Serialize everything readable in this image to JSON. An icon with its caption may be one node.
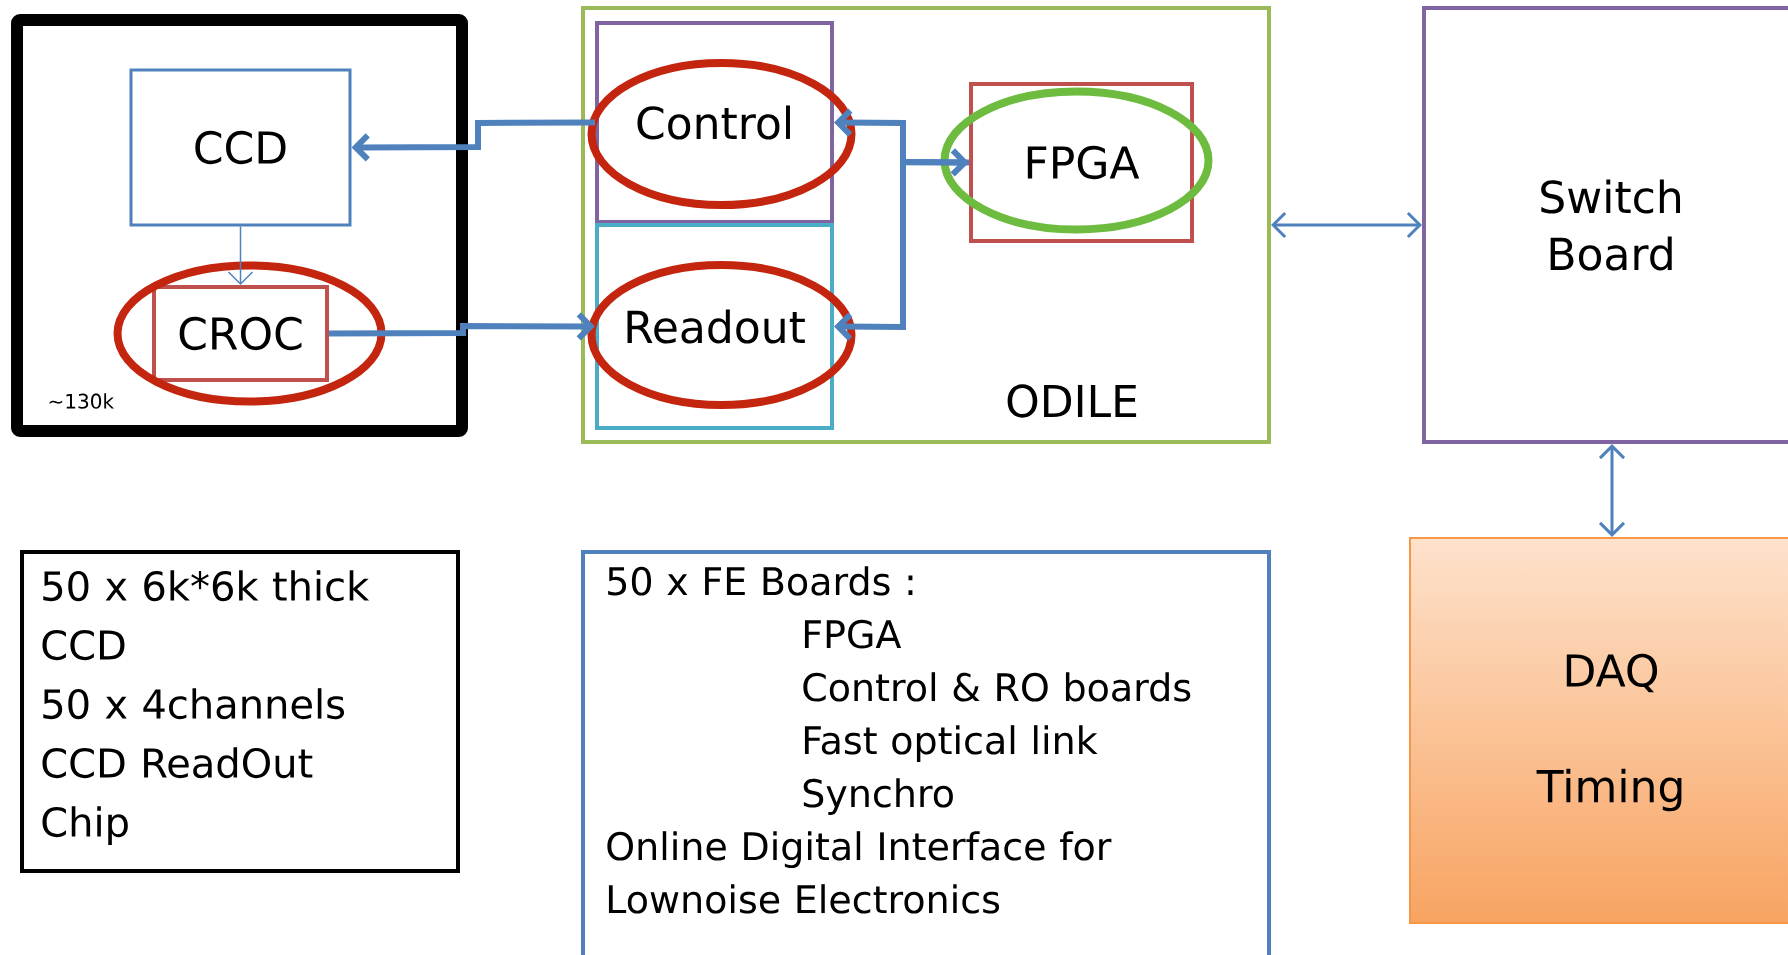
{
  "diagram": {
    "nodes": [
      {
        "text": [
          "~130k"
        ]
      },
      {
        "text": [
          "CCD"
        ],
        "in": 0
      },
      {
        "text": [
          "CROC"
        ],
        "in": 0
      },
      {
        "text": [
          "ODILE"
        ]
      },
      {
        "text": [
          "Control"
        ],
        "in": 3
      },
      {
        "text": [
          "Readout"
        ],
        "in": 3
      },
      {
        "text": [
          "FPGA"
        ],
        "in": 3
      },
      {
        "text": [
          "Switch Board"
        ]
      },
      {
        "text": [
          "DAQ",
          "Timing"
        ]
      },
      {
        "text": [
          "50 x 6k*6k thick CCD",
          "50 x 4channels",
          "CCD ReadOut Chip"
        ]
      },
      {
        "text": [
          "50 x FE Boards :",
          "FPGA",
          "Control & RO boards",
          "Fast optical link",
          "Synchro",
          "Online Digital Interface for Lownoise Electronics"
        ]
      }
    ],
    "edges": [
      {
        "from": 4,
        "to": 1,
        "arrow": "to"
      },
      {
        "from": 1,
        "to": 2,
        "arrow": "to"
      },
      {
        "from": 2,
        "to": 5,
        "arrow": "to"
      },
      {
        "from": 6,
        "to": 4,
        "arrow": "both"
      },
      {
        "from": 6,
        "to": 5,
        "arrow": "to"
      },
      {
        "from": 3,
        "to": 7,
        "arrow": "both"
      },
      {
        "from": 7,
        "to": 8,
        "arrow": "both"
      }
    ]
  }
}
